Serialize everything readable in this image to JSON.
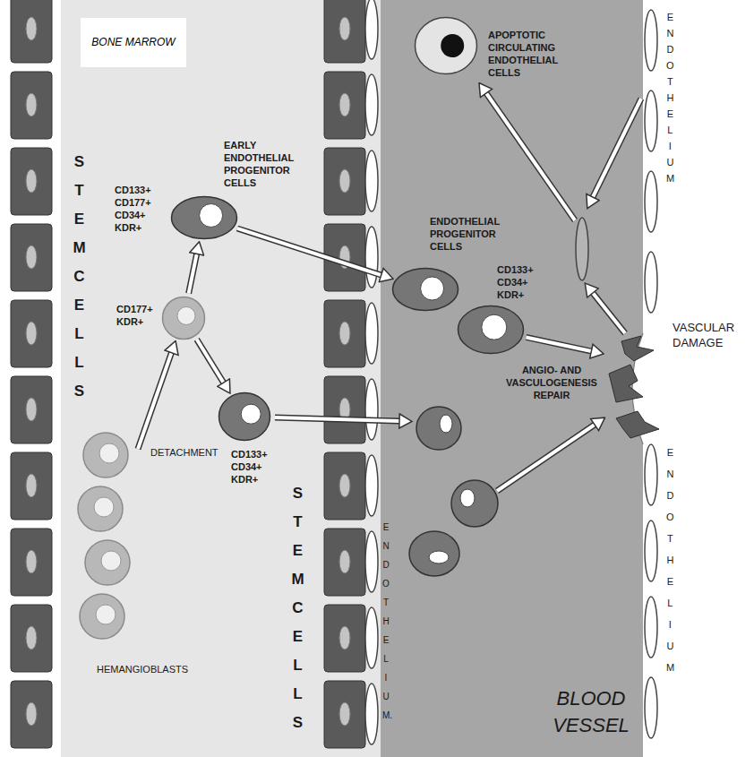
{
  "diagram": {
    "nodes": [
      {
        "text": [
          "BONE MARROW"
        ]
      },
      {
        "text": [
          "APOPTOTIC CIRCULATING ENDOTHELIAL CELLS"
        ]
      },
      {
        "text": [
          "EARLY ENDOTHELIAL PROGENITOR CELLS",
          "CD133+ CD177+ CD34+ KDR+"
        ]
      },
      {
        "text": [
          "ENDOTHELIAL PROGENITOR CELLS"
        ]
      },
      {
        "text": [
          "CD133+ CD34+ KDR+"
        ]
      },
      {
        "text": [
          "CD177+ KDR+"
        ]
      },
      {
        "text": [
          "VASCULAR DAMAGE"
        ]
      },
      {
        "text": [
          "CD133+ CD34+ KDR+"
        ]
      },
      {
        "text": [
          "HEMANGIOBLASTS"
        ]
      }
    ],
    "edges": [
      {
        "from": 8,
        "to": 5,
        "label": "DETACHMENT",
        "arrow": "to"
      },
      {
        "from": 5,
        "to": 2,
        "arrow": "to"
      },
      {
        "from": 5,
        "to": 7,
        "arrow": "to"
      },
      {
        "from": 2,
        "to": 3,
        "arrow": "to"
      },
      {
        "from": 4,
        "to": 6,
        "arrow": "to"
      }
    ],
    "labels": [
      "STEM CELLS",
      "ENDOTHELIUM",
      "STEM CELLS",
      "ENDOTHELIUM.",
      "ENDOTHELIUM",
      "BLOOD VESSEL",
      "ANGIO- AND VASCULOGENESIS REPAIR"
    ]
  }
}
